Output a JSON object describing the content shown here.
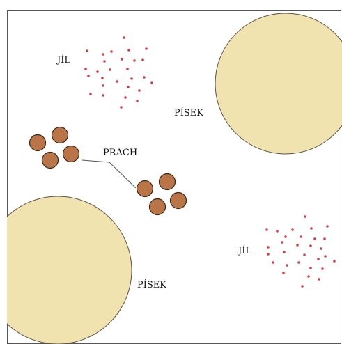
{
  "labels": {
    "jil_top": "JÍL",
    "pisek_top": "PÍSEK",
    "prach": "PRACH",
    "jil_bottom": "JÍL",
    "pisek_bottom": "PÍSEK"
  },
  "colors": {
    "background": "#ffffff",
    "border": "#555555",
    "sand_fill": "#F0E3B0",
    "sand_stroke": "#5a5040",
    "silt_fill": "#B97548",
    "silt_stroke": "#3b2616",
    "clay_dot": "#E03A3A",
    "leader_line": "#555555"
  }
}
